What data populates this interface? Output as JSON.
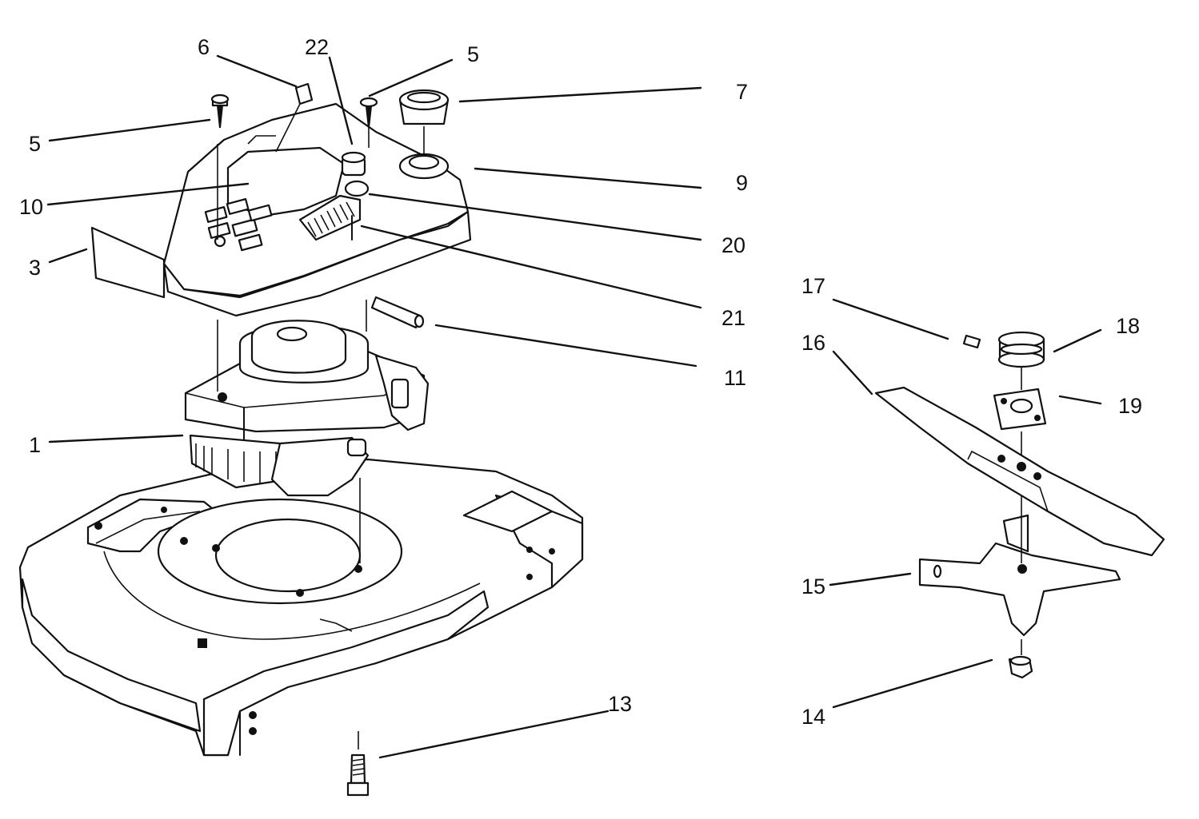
{
  "callouts": [
    {
      "id": "c6",
      "text": "6"
    },
    {
      "id": "c22",
      "text": "22"
    },
    {
      "id": "c5a",
      "text": "5"
    },
    {
      "id": "c7",
      "text": "7"
    },
    {
      "id": "c5b",
      "text": "5"
    },
    {
      "id": "c10",
      "text": "10"
    },
    {
      "id": "c9",
      "text": "9"
    },
    {
      "id": "c20",
      "text": "20"
    },
    {
      "id": "c3",
      "text": "3"
    },
    {
      "id": "c21",
      "text": "21"
    },
    {
      "id": "c17",
      "text": "17"
    },
    {
      "id": "c18",
      "text": "18"
    },
    {
      "id": "c16",
      "text": "16"
    },
    {
      "id": "c11",
      "text": "11"
    },
    {
      "id": "c19",
      "text": "19"
    },
    {
      "id": "c1",
      "text": "1"
    },
    {
      "id": "c15",
      "text": "15"
    },
    {
      "id": "c13",
      "text": "13"
    },
    {
      "id": "c14",
      "text": "14"
    }
  ]
}
